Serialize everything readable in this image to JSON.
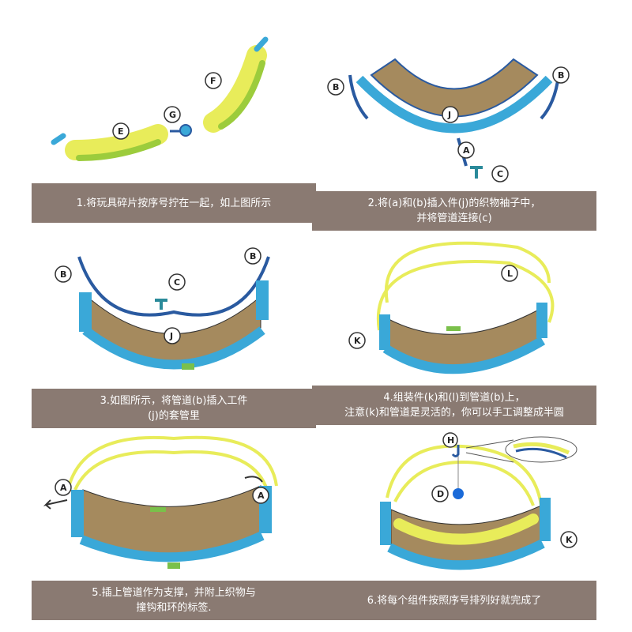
{
  "steps": [
    {
      "line1": "1.将玩具碎片按序号拧在一起，如上图所示",
      "line2": ""
    },
    {
      "line1": "2.将(a)和(b)插入件(j)的织物袖子中，",
      "line2": "并将管道连接(c)"
    },
    {
      "line1": "3.如图所示，将管道(b)插入工件",
      "line2": "(j)的套管里"
    },
    {
      "line1": "4.组装件(k)和(l)到管道(b)上，",
      "line2": "注意(k)和管道是灵活的，你可以手工调整成半圆"
    },
    {
      "line1": "5.插上管道作为支撑，并附上织物与",
      "line2": "撞钩和环的标签."
    },
    {
      "line1": "6.将每个组件按照序号排列好就完成了",
      "line2": ""
    }
  ],
  "labels": {
    "E": "E",
    "F": "F",
    "G": "G",
    "A": "A",
    "B": "B",
    "C": "C",
    "J": "J",
    "K": "K",
    "L": "L",
    "H": "H",
    "D": "D"
  },
  "colors": {
    "caption_bg": "#8a7a72",
    "fabric": "#a58a5e",
    "tube_blue": "#3aa8d8",
    "tube_yellow": "#e8ec5a",
    "tube_green": "#9ccc3c",
    "pipe_dark": "#2a5aa0"
  }
}
